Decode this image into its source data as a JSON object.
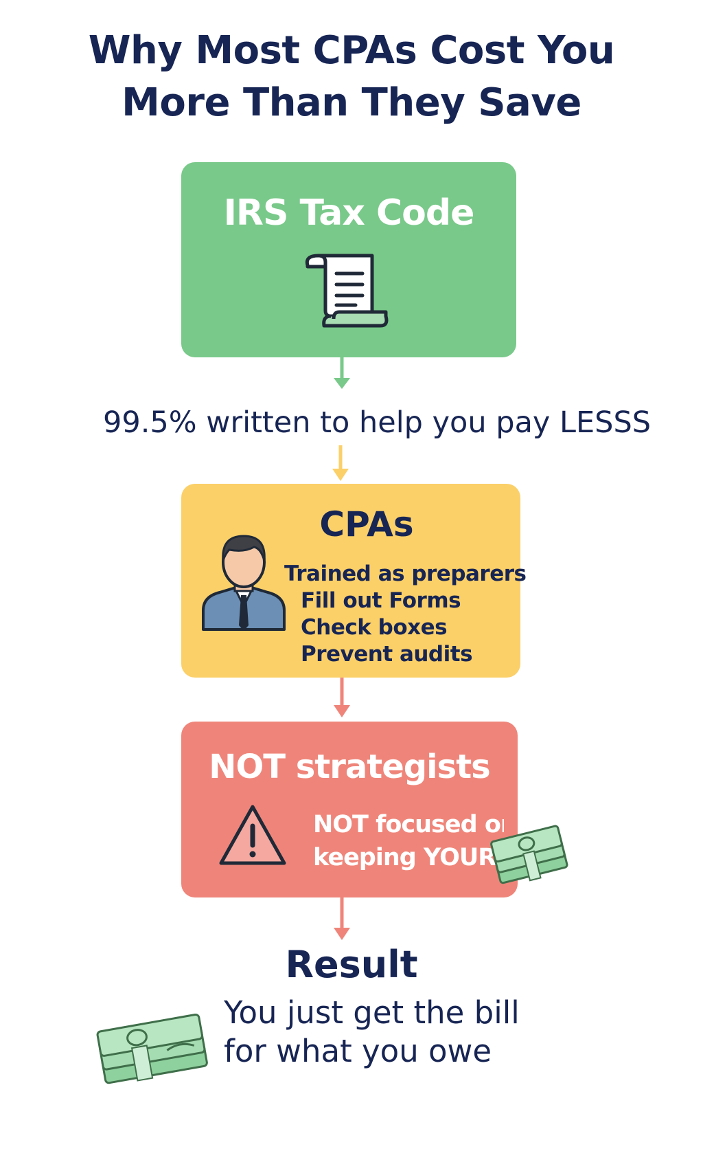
{
  "title": {
    "line1": "Why Most CPAs Cost You",
    "line2": "More Than They Save"
  },
  "colors": {
    "navy": "#172554",
    "green": "#79c98a",
    "yellow": "#fbd069",
    "red": "#ef857a"
  },
  "irs_box": {
    "title": "IRS Tax Code",
    "icon": "scroll-document-icon"
  },
  "step1": {
    "text": "99.5% written to help you pay LESSS"
  },
  "cpa_box": {
    "title": "CPAs",
    "icon": "businessman-icon",
    "lines": [
      "Trained as preparers",
      "Fill out Forms",
      "Check boxes",
      "Prevent audits"
    ]
  },
  "not_box": {
    "title": "NOT strategists",
    "icon": "warning-triangle-icon",
    "line1": "NOT focused on",
    "line2": "keeping YOUR m"
  },
  "result": {
    "title": "Result",
    "line1": "You just get the bill",
    "line2": "for what you owe",
    "icon": "money-stack-icon"
  }
}
